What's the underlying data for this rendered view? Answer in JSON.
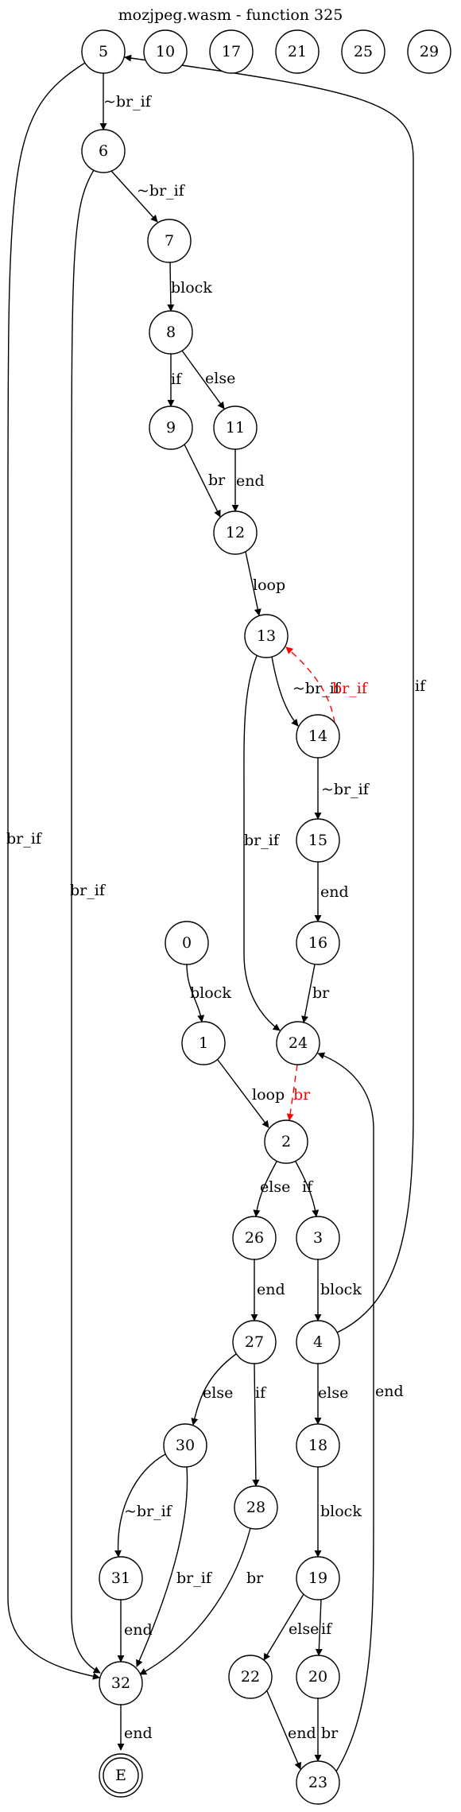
{
  "title": "mozjpeg.wasm - function 325",
  "colors": {
    "normal": "#000000",
    "highlight": "#ff0000"
  },
  "nodes": [
    {
      "id": "5",
      "label": "5"
    },
    {
      "id": "10",
      "label": "10"
    },
    {
      "id": "17",
      "label": "17"
    },
    {
      "id": "21",
      "label": "21"
    },
    {
      "id": "25",
      "label": "25"
    },
    {
      "id": "29",
      "label": "29"
    },
    {
      "id": "6",
      "label": "6"
    },
    {
      "id": "7",
      "label": "7"
    },
    {
      "id": "8",
      "label": "8"
    },
    {
      "id": "9",
      "label": "9"
    },
    {
      "id": "11",
      "label": "11"
    },
    {
      "id": "12",
      "label": "12"
    },
    {
      "id": "13",
      "label": "13"
    },
    {
      "id": "14",
      "label": "14"
    },
    {
      "id": "15",
      "label": "15"
    },
    {
      "id": "16",
      "label": "16"
    },
    {
      "id": "0",
      "label": "0"
    },
    {
      "id": "1",
      "label": "1"
    },
    {
      "id": "24",
      "label": "24"
    },
    {
      "id": "2",
      "label": "2"
    },
    {
      "id": "26",
      "label": "26"
    },
    {
      "id": "3",
      "label": "3"
    },
    {
      "id": "27",
      "label": "27"
    },
    {
      "id": "4",
      "label": "4"
    },
    {
      "id": "30",
      "label": "30"
    },
    {
      "id": "28",
      "label": "28"
    },
    {
      "id": "18",
      "label": "18"
    },
    {
      "id": "31",
      "label": "31"
    },
    {
      "id": "19",
      "label": "19"
    },
    {
      "id": "32",
      "label": "32"
    },
    {
      "id": "22",
      "label": "22"
    },
    {
      "id": "20",
      "label": "20"
    },
    {
      "id": "23",
      "label": "23"
    },
    {
      "id": "E",
      "label": "E"
    }
  ],
  "edges": [
    {
      "from": "5",
      "to": "6",
      "label": "~br_if"
    },
    {
      "from": "5",
      "to": "32",
      "label": "br_if"
    },
    {
      "from": "6",
      "to": "7",
      "label": "~br_if"
    },
    {
      "from": "6",
      "to": "32",
      "label": "br_if"
    },
    {
      "from": "7",
      "to": "8",
      "label": "block"
    },
    {
      "from": "8",
      "to": "9",
      "label": "if"
    },
    {
      "from": "8",
      "to": "11",
      "label": "else"
    },
    {
      "from": "9",
      "to": "12",
      "label": "br"
    },
    {
      "from": "11",
      "to": "12",
      "label": "end"
    },
    {
      "from": "12",
      "to": "13",
      "label": "loop"
    },
    {
      "from": "13",
      "to": "14",
      "label": "~br_if"
    },
    {
      "from": "14",
      "to": "13",
      "label": "br_if",
      "highlight": true
    },
    {
      "from": "13",
      "to": "24",
      "label": "br_if"
    },
    {
      "from": "14",
      "to": "15",
      "label": "~br_if"
    },
    {
      "from": "15",
      "to": "16",
      "label": "end"
    },
    {
      "from": "16",
      "to": "24",
      "label": "br"
    },
    {
      "from": "0",
      "to": "1",
      "label": "block"
    },
    {
      "from": "1",
      "to": "2",
      "label": "loop"
    },
    {
      "from": "24",
      "to": "2",
      "label": "br",
      "highlight": true
    },
    {
      "from": "2",
      "to": "26",
      "label": "else"
    },
    {
      "from": "2",
      "to": "3",
      "label": "if"
    },
    {
      "from": "3",
      "to": "4",
      "label": "block"
    },
    {
      "from": "4",
      "to": "5",
      "label": "if"
    },
    {
      "from": "26",
      "to": "27",
      "label": "end"
    },
    {
      "from": "27",
      "to": "30",
      "label": "else"
    },
    {
      "from": "27",
      "to": "28",
      "label": "if"
    },
    {
      "from": "4",
      "to": "18",
      "label": "else"
    },
    {
      "from": "30",
      "to": "31",
      "label": "~br_if"
    },
    {
      "from": "30",
      "to": "32",
      "label": "br_if"
    },
    {
      "from": "28",
      "to": "32",
      "label": "br"
    },
    {
      "from": "31",
      "to": "32",
      "label": "end"
    },
    {
      "from": "18",
      "to": "19",
      "label": "block"
    },
    {
      "from": "19",
      "to": "22",
      "label": "else"
    },
    {
      "from": "19",
      "to": "20",
      "label": "if"
    },
    {
      "from": "22",
      "to": "23",
      "label": "end"
    },
    {
      "from": "20",
      "to": "23",
      "label": "br"
    },
    {
      "from": "23",
      "to": "24",
      "label": "end"
    },
    {
      "from": "32",
      "to": "E",
      "label": "end"
    }
  ]
}
